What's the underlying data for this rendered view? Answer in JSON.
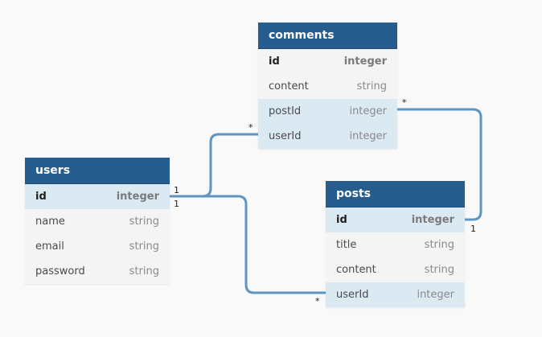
{
  "tables": {
    "comments": {
      "name": "comments",
      "fields": [
        {
          "name": "id",
          "type": "integer"
        },
        {
          "name": "content",
          "type": "string"
        },
        {
          "name": "postId",
          "type": "integer"
        },
        {
          "name": "userId",
          "type": "integer"
        }
      ]
    },
    "users": {
      "name": "users",
      "fields": [
        {
          "name": "id",
          "type": "integer"
        },
        {
          "name": "name",
          "type": "string"
        },
        {
          "name": "email",
          "type": "string"
        },
        {
          "name": "password",
          "type": "string"
        }
      ]
    },
    "posts": {
      "name": "posts",
      "fields": [
        {
          "name": "id",
          "type": "integer"
        },
        {
          "name": "title",
          "type": "string"
        },
        {
          "name": "content",
          "type": "string"
        },
        {
          "name": "userId",
          "type": "integer"
        }
      ]
    }
  },
  "relations": {
    "comments_user": {
      "from": "users.id",
      "to": "comments.userId",
      "from_label": "1",
      "to_label": "*"
    },
    "posts_user": {
      "from": "users.id",
      "to": "posts.userId",
      "from_label": "1",
      "to_label": "*"
    },
    "comments_post": {
      "from": "posts.id",
      "to": "comments.postId",
      "from_label": "1",
      "to_label": "*"
    }
  },
  "colors": {
    "header": "#275c8e",
    "row": "#f4f4f4",
    "highlight_row": "#dbe9f3",
    "link": "#5e95c3",
    "background": "#f9f9f9"
  }
}
